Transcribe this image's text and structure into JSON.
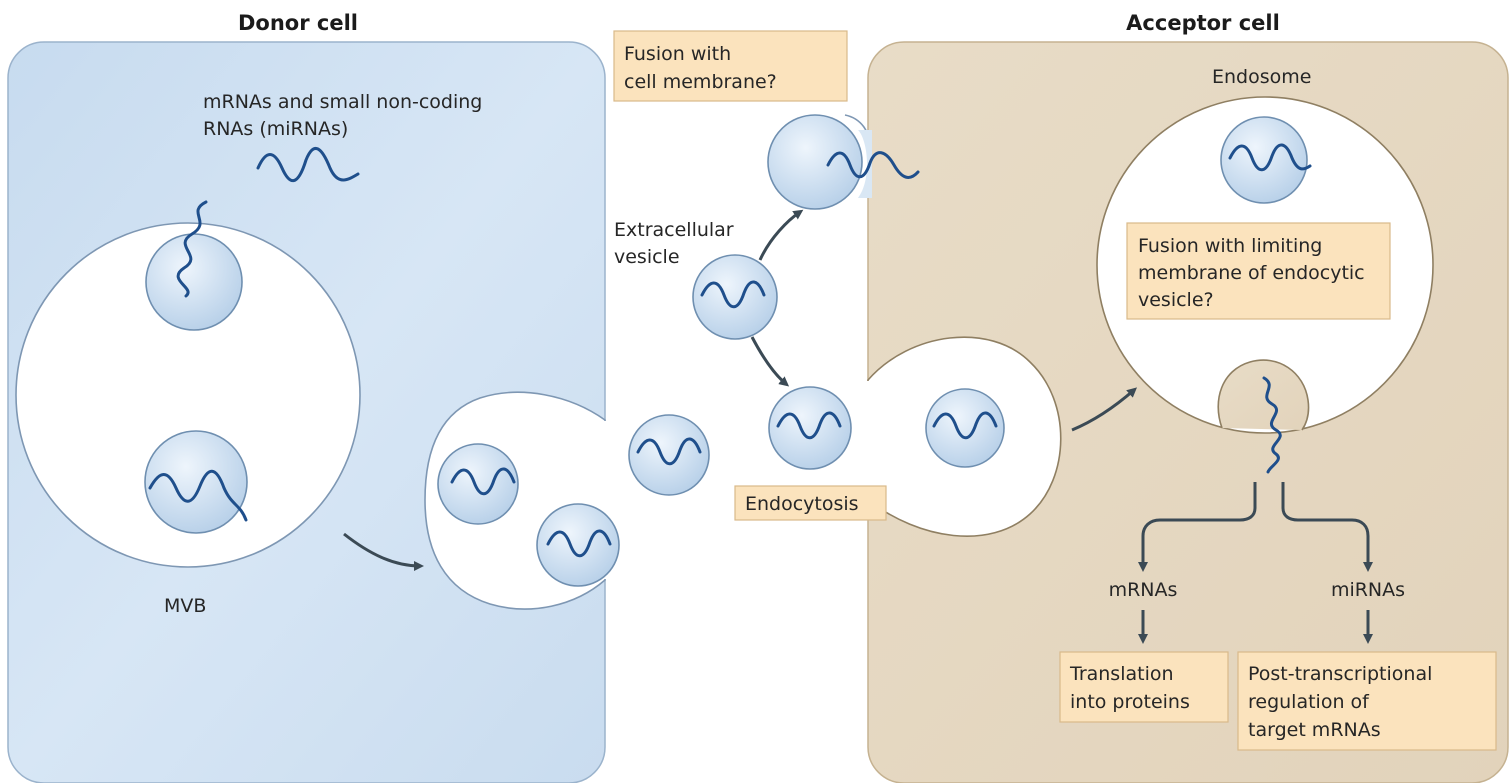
{
  "donor": {
    "title": "Donor cell",
    "rna_label_1": "mRNAs and small non-coding",
    "rna_label_2": "RNAs (miRNAs)",
    "mvb_label": "MVB"
  },
  "middle": {
    "fusion_cell_1": "Fusion with",
    "fusion_cell_2": "cell membrane?",
    "ev_label_1": "Extracellular",
    "ev_label_2": "vesicle",
    "endocytosis": "Endocytosis"
  },
  "acceptor": {
    "title": "Acceptor cell",
    "endosome": "Endosome",
    "fusion_limit_1": "Fusion with limiting",
    "fusion_limit_2": "membrane of endocytic",
    "fusion_limit_3": "vesicle?",
    "mrnas": "mRNAs",
    "mirnas": "miRNAs",
    "translation_1": "Translation",
    "translation_2": "into proteins",
    "ptr_1": "Post-transcriptional",
    "ptr_2": "regulation of",
    "ptr_3": "target mRNAs"
  },
  "colors": {
    "donor_fill": "#d3e3f3",
    "acceptor_fill": "#e9dcc6",
    "vesicle": "#cfe0f2",
    "label_box": "#fbe3bd",
    "rna": "#1f4f8c"
  }
}
